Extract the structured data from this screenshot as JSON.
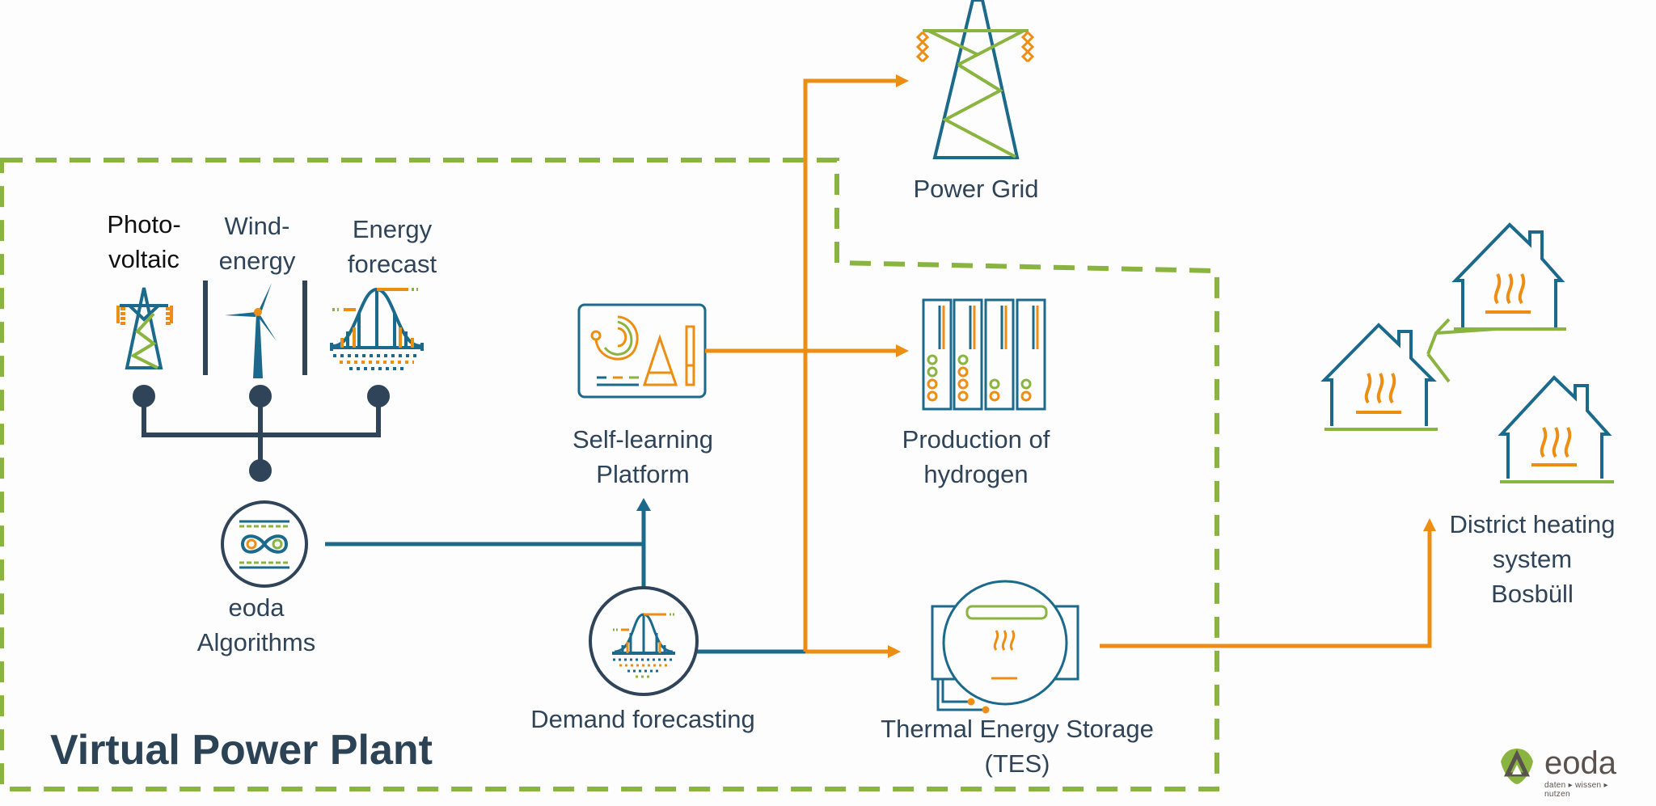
{
  "title": "Virtual Power Plant",
  "colors": {
    "teal": "#1b6a8c",
    "dark": "#2f4458",
    "orange": "#ed8e14",
    "green": "#8ab440",
    "boundary": "#8ab440"
  },
  "inputs": [
    {
      "id": "photovoltaic",
      "label_line1": "Photo-",
      "label_line2": "voltaic",
      "icon": "power-pylon-icon"
    },
    {
      "id": "wind",
      "label_line1": "Wind-",
      "label_line2": "energy",
      "icon": "wind-turbine-icon"
    },
    {
      "id": "forecast",
      "label_line1": "Energy",
      "label_line2": "forecast",
      "icon": "bell-curve-icon"
    }
  ],
  "nodes": {
    "algorithms": {
      "line1": "eoda",
      "line2": "Algorithms",
      "icon": "infinity-algorithm-icon"
    },
    "platform": {
      "line1": "Self-learning",
      "line2": "Platform",
      "icon": "ai-dashboard-icon"
    },
    "demand": {
      "label": "Demand forecasting",
      "icon": "bell-curve-icon"
    },
    "power_grid": {
      "label": "Power Grid",
      "icon": "power-pylon-icon"
    },
    "hydrogen": {
      "line1": "Production of",
      "line2": "hydrogen",
      "icon": "electrolyzer-icon"
    },
    "tes": {
      "line1": "Thermal Energy Storage",
      "line2": "(TES)",
      "icon": "heat-tank-icon"
    },
    "district": {
      "line1": "District heating",
      "line2": "system",
      "line3": "Bosbüll",
      "icon": "heated-houses-icon"
    }
  },
  "flows": [
    {
      "from": "inputs",
      "to": "algorithms",
      "color": "dark"
    },
    {
      "from": "algorithms",
      "to": "platform",
      "color": "teal"
    },
    {
      "from": "demand",
      "to": "platform",
      "color": "teal"
    },
    {
      "from": "platform",
      "to": "hydrogen",
      "color": "orange"
    },
    {
      "from": "demand",
      "to": "power_grid",
      "color": "orange"
    },
    {
      "from": "demand",
      "to": "tes",
      "color": "orange"
    },
    {
      "from": "tes",
      "to": "district",
      "color": "orange"
    }
  ],
  "logo": {
    "name": "eoda",
    "tagline": "daten ▸ wissen ▸ nutzen"
  }
}
